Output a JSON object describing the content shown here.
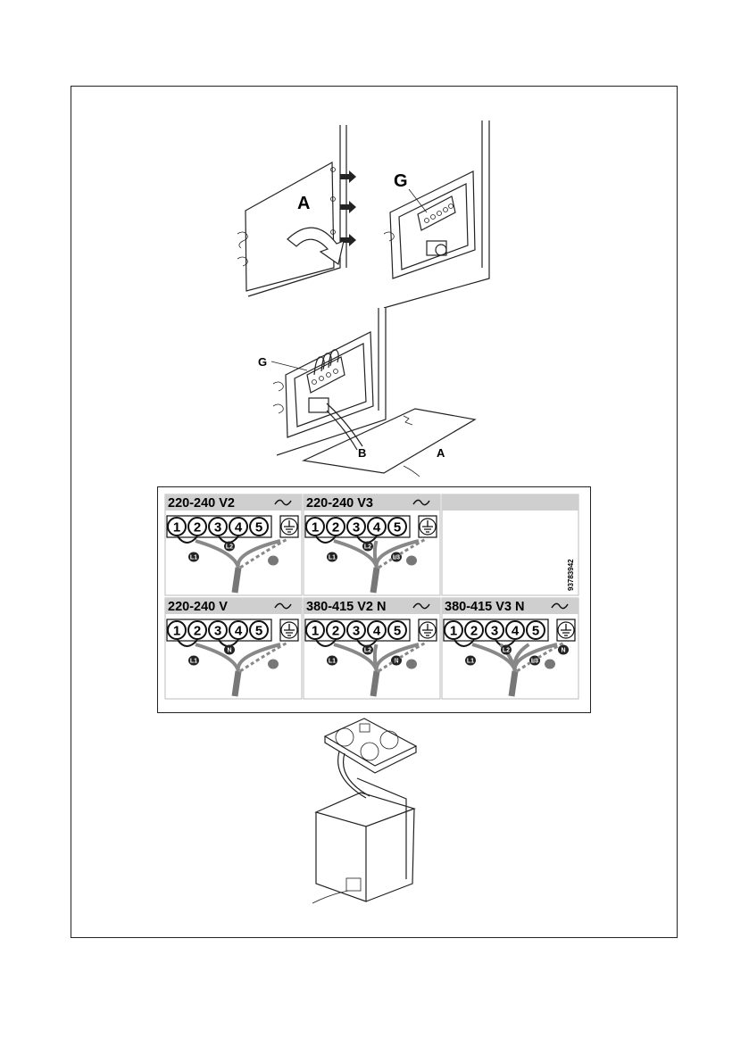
{
  "figures": {
    "panel_label": "A",
    "terminal_label": "G",
    "cable_label": "B"
  },
  "wiring_table": {
    "code": "93783942",
    "cells": [
      {
        "header": "220-240 V2",
        "terminals": [
          "1",
          "2",
          "3",
          "4",
          "5"
        ],
        "wires": [
          "L1",
          "L2"
        ]
      },
      {
        "header": "220-240 V3",
        "terminals": [
          "1",
          "2",
          "3",
          "4",
          "5"
        ],
        "wires": [
          "L1",
          "L2",
          "L3"
        ]
      },
      {
        "header": "",
        "terminals": [],
        "wires": []
      },
      {
        "header": "220-240 V",
        "terminals": [
          "1",
          "2",
          "3",
          "4",
          "5"
        ],
        "wires": [
          "L1",
          "N"
        ]
      },
      {
        "header": "380-415 V2 N",
        "terminals": [
          "1",
          "2",
          "3",
          "4",
          "5"
        ],
        "wires": [
          "L1",
          "L2",
          "N"
        ]
      },
      {
        "header": "380-415 V3 N",
        "terminals": [
          "1",
          "2",
          "3",
          "4",
          "5"
        ],
        "wires": [
          "L1",
          "L2",
          "L3",
          "N"
        ]
      }
    ]
  },
  "icons": [
    "ac-tilde-icon",
    "earth-ground-icon"
  ]
}
